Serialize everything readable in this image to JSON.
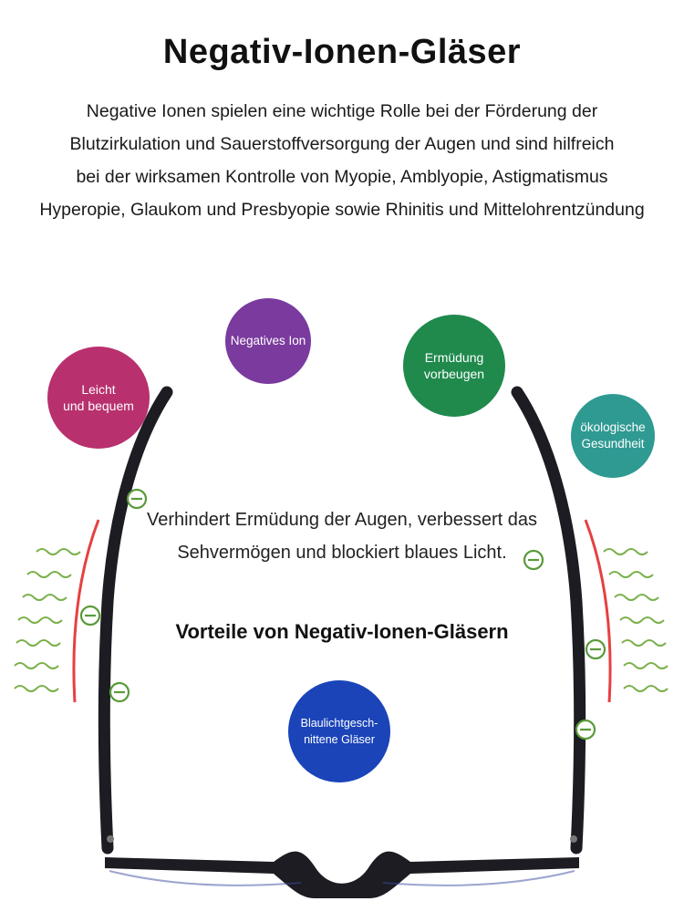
{
  "title": "Negativ-Ionen-Gläser",
  "intro": [
    "Negative Ionen spielen eine wichtige Rolle bei der Förderung der",
    "Blutzirkulation und Sauerstoffversorgung der Augen und sind hilfreich",
    "bei der wirksamen Kontrolle von Myopie, Amblyopie, Astigmatismus",
    "Hyperopie, Glaukom und Presbyopie sowie Rhinitis und Mittelohrentzündung"
  ],
  "circles": {
    "leicht": {
      "label": "Leicht\nund bequem",
      "color": "#b8306e"
    },
    "negatives_ion": {
      "label": "Negatives Ion",
      "color": "#7a3a9e"
    },
    "ermuedung": {
      "label": "Ermüdung\nvorbeugen",
      "color": "#1f8a4c"
    },
    "oekologisch": {
      "label": "ökologische\nGesundheit",
      "color": "#2f9a92"
    },
    "blaulicht": {
      "label": "Blaulichtgesch-\nnittene Gläser",
      "color": "#1a44b8"
    }
  },
  "center_text": [
    "Verhindert Ermüdung der Augen, verbessert das",
    "Sehvermögen und blockiert blaues Licht."
  ],
  "benefits_title": "Vorteile von Negativ-Ionen-Gläsern",
  "icons": {
    "ion": "negative-ion-icon",
    "wave": "wave-icon"
  },
  "colors": {
    "frame": "#1c1c22",
    "ion_icon": "#5a9a3a",
    "wave": "#7ab04a",
    "red_arc": "#e02020"
  }
}
